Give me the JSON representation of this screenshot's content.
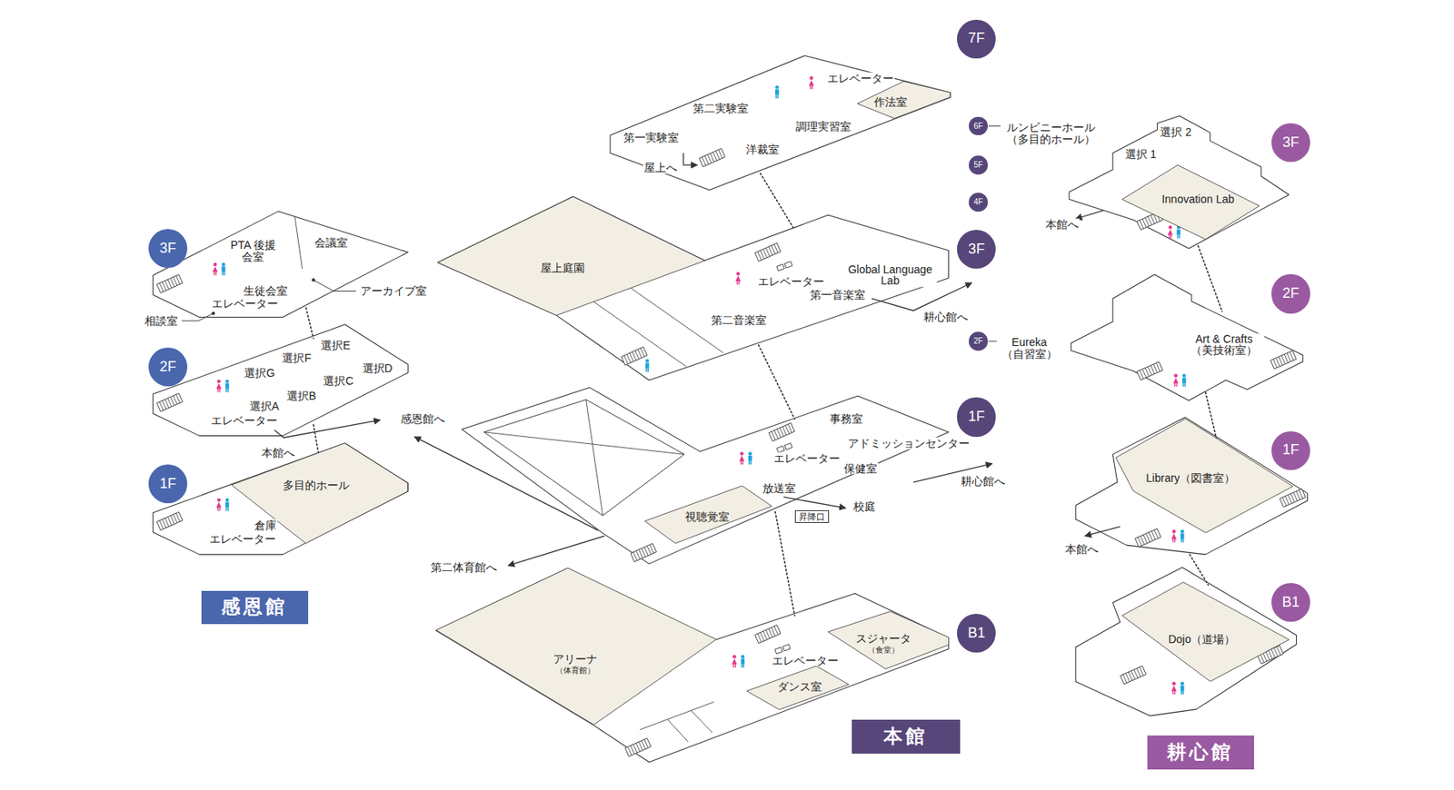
{
  "diagram": {
    "nodes": [
      {
        "text": [
          "感恩館"
        ]
      },
      {
        "text": [
          "3F"
        ]
      },
      {
        "text": [
          "2F"
        ]
      },
      {
        "text": [
          "1F"
        ]
      },
      {
        "text": [
          "多目的ホール"
        ]
      },
      {
        "text": [
          "本館"
        ]
      },
      {
        "text": [
          "7F"
        ]
      },
      {
        "text": [
          "6F"
        ]
      },
      {
        "text": [
          "5F"
        ]
      },
      {
        "text": [
          "4F"
        ]
      },
      {
        "text": [
          "3F"
        ]
      },
      {
        "text": [
          "2F"
        ]
      },
      {
        "text": [
          "1F"
        ]
      },
      {
        "text": [
          "B1"
        ]
      },
      {
        "text": [
          "作法室"
        ]
      },
      {
        "text": [
          "屋上庭園"
        ]
      },
      {
        "text": [
          "視聴覚室"
        ]
      },
      {
        "text": [
          "昇降口"
        ]
      },
      {
        "text": [
          "アリーナ",
          "（体育館）"
        ]
      },
      {
        "text": [
          "スジャータ",
          "（食堂）"
        ]
      },
      {
        "text": [
          "ダンス室"
        ]
      },
      {
        "text": [
          "耕心館"
        ]
      },
      {
        "text": [
          "3F"
        ]
      },
      {
        "text": [
          "2F"
        ]
      },
      {
        "text": [
          "1F"
        ]
      },
      {
        "text": [
          "B1"
        ]
      },
      {
        "text": [
          "Innovation Lab"
        ]
      },
      {
        "text": [
          "Library（図書室）"
        ]
      },
      {
        "text": [
          "Dojo（道場）"
        ]
      }
    ],
    "labels": [
      "PTA 後援会室",
      "会議室",
      "生徒会室",
      "エレベーター",
      "アーカイブ室",
      "相談室",
      "選択E",
      "選択F",
      "選択G",
      "選択D",
      "選択C",
      "選択B",
      "選択A",
      "エレベーター",
      "本館へ",
      "倉庫",
      "エレベーター",
      "第二実験室",
      "第一実験室",
      "屋上へ",
      "洋裁室",
      "調理実習室",
      "エレベーター",
      "ルンビニーホール （多目的ホール）",
      "Eureka （自習室）",
      "エレベーター",
      "Global Language Lab",
      "第一音楽室",
      "第二音楽室",
      "耕心館へ",
      "事務室",
      "アドミッションセンター",
      "エレベーター",
      "保健室",
      "放送室",
      "校庭",
      "耕心館へ",
      "感恩館へ",
      "第二体育館へ",
      "エレベーター",
      "選択 2",
      "選択 1",
      "本館へ",
      "Art & Crafts （美技術室）",
      "本館へ"
    ]
  }
}
